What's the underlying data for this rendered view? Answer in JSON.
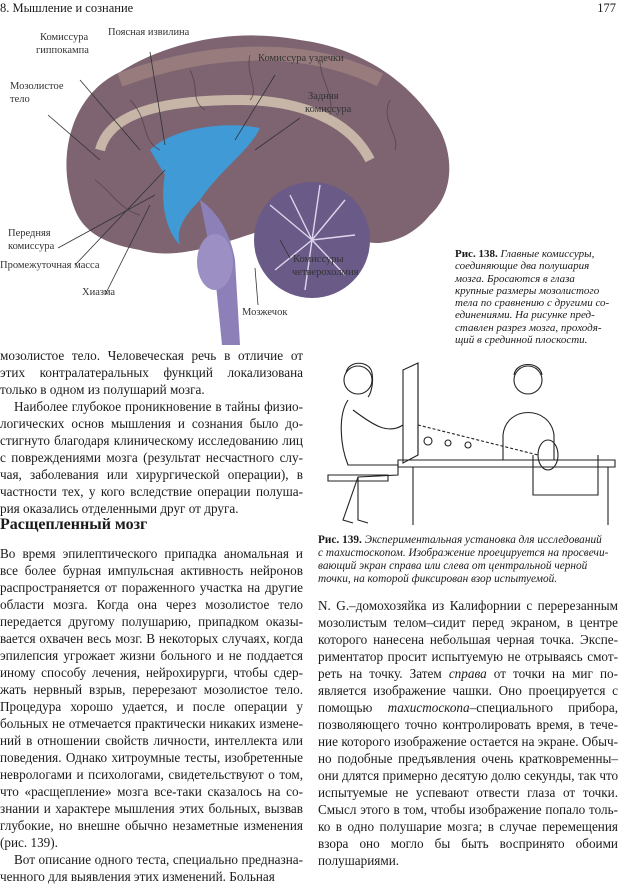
{
  "header": {
    "chapter": "8. Мышление и сознание",
    "page_number": "177"
  },
  "figure138": {
    "labels": {
      "hippocampal_commissure_1": "Комиссура",
      "hippocampal_commissure_2": "гиппокампа",
      "cingulate_gyrus": "Поясная извилина",
      "habenular_commissure": "Комиссура уздечки",
      "corpus_callosum_1": "Мозолистое",
      "corpus_callosum_2": "тело",
      "posterior_commissure_1": "Задняя",
      "posterior_commissure_2": "комиссура",
      "anterior_commissure_1": "Передняя",
      "anterior_commissure_2": "комиссура",
      "massa_intermedia": "Промежуточная масса",
      "chiasm": "Хиазма",
      "quadrigeminal_1": "Комиссуры",
      "quadrigeminal_2": "четверохолмия",
      "cerebellum": "Мозжечок"
    },
    "caption_label": "Рис. 138.",
    "caption_lines": [
      " Главные комиссуры,",
      "соединяющие два полушария",
      "мозга. Бросаются в глаза",
      "крупные размеры мозолистого",
      "тела по сравнению с другими со-",
      "единениями. На рисунке пред-",
      "ставлен разрез мозга, проходя-",
      "щий в срединной плоскости."
    ]
  },
  "figure139": {
    "caption_label": "Рис. 139.",
    "caption_lines": [
      " Экспериментальная установка для исследований",
      "с тахистоскопом. Изображение проецируется на просвечи-",
      "вающий экран справа или слева от центральной черной",
      "точки, на которой фиксирован взор испытуемой."
    ]
  },
  "left_top": {
    "paragraphs": [
      {
        "indent": false,
        "lines": [
          "мозолистое тело. Человеческая речь в отличие от",
          "этих контралатеральных функций локализована",
          "только в одном из полушарий мозга."
        ]
      },
      {
        "indent": true,
        "lines": [
          "Наиболее глубокое проникновение в тайны физио-",
          "логических основ мышления и сознания было до-",
          "стигнуто благодаря клиническому исследованию лиц",
          "с повреждениями мозга (результат несчастного слу-",
          "чая, заболевания или хирургической операции), в",
          "частности тех, у кого вследствие операции полуша-",
          "рия оказались отделенными друг от друга."
        ]
      }
    ]
  },
  "section_title": "Расщепленный мозг",
  "left_bottom": {
    "paragraphs": [
      {
        "indent": false,
        "lines": [
          "Во время эпилептического припадка аномальная и",
          "все более бурная импульсная активность нейронов",
          "распространяется от пораженного участка на другие",
          "области мозга. Когда она через мозолистое тело",
          "передается другому полушарию, припадком оказы-",
          "вается охвачен весь мозг. В некоторых случаях, когда",
          "эпилепсия угрожает жизни больного и не поддается",
          "иному способу лечения, нейрохирурги, чтобы сдер-",
          "жать нервный взрыв, перерезают мозолистое тело.",
          "Процедура хорошо удается, и после операции у",
          "больных не отмечается практически никаких измене-",
          "ний в отношении свойств личности, интеллекта или",
          "поведения. Однако хитроумные тесты, изобретенные",
          "неврологами и психологами, свидетельствуют о том,",
          "что «расщепление» мозга все-таки сказалось на со-",
          "знании и характере мышления этих больных, вызвав",
          "глубокие, но внешне обычно незаметные изменения",
          "(рис. 139)."
        ]
      },
      {
        "indent": true,
        "lines": [
          "Вот описание одного теста, специально предназна-",
          "ченного для выявления этих изменений. Больная"
        ]
      }
    ]
  },
  "right_bottom": {
    "paragraphs": [
      {
        "indent": false,
        "lines": [
          "N. G.–домохозяйка из Калифорнии с перерезанным",
          "мозолистым телом–сидит перед экраном, в центре",
          "которого нанесена небольшая черная точка. Экспе-",
          "риментатор просит испытуемую не отрываясь смот-",
          "реть на точку. Затем |справа| от точки на миг по-",
          "является изображение чашки. Оно проецируется с",
          "помощью |тахистоскопа|–специального прибора,",
          "позволяющего точно контролировать время, в тече-",
          "ние которого изображение остается на экране. Обыч-",
          "но подобные предъявления очень кратковременны–",
          "они длятся примерно десятую долю секунды, так что",
          "испытуемые не успевают отвести глаза от точки.",
          "Смысл этого в том, чтобы изображение попало толь-",
          "ко в одно полушарие мозга; в случае перемещения",
          "взора оно могло бы быть воспринято обоими",
          "полушариями."
        ]
      }
    ]
  },
  "colors": {
    "brain": "#7d6470",
    "ventricle": "#3f9ad6",
    "stem": "#8d80b8",
    "cerebellum": "#6a5a88"
  }
}
